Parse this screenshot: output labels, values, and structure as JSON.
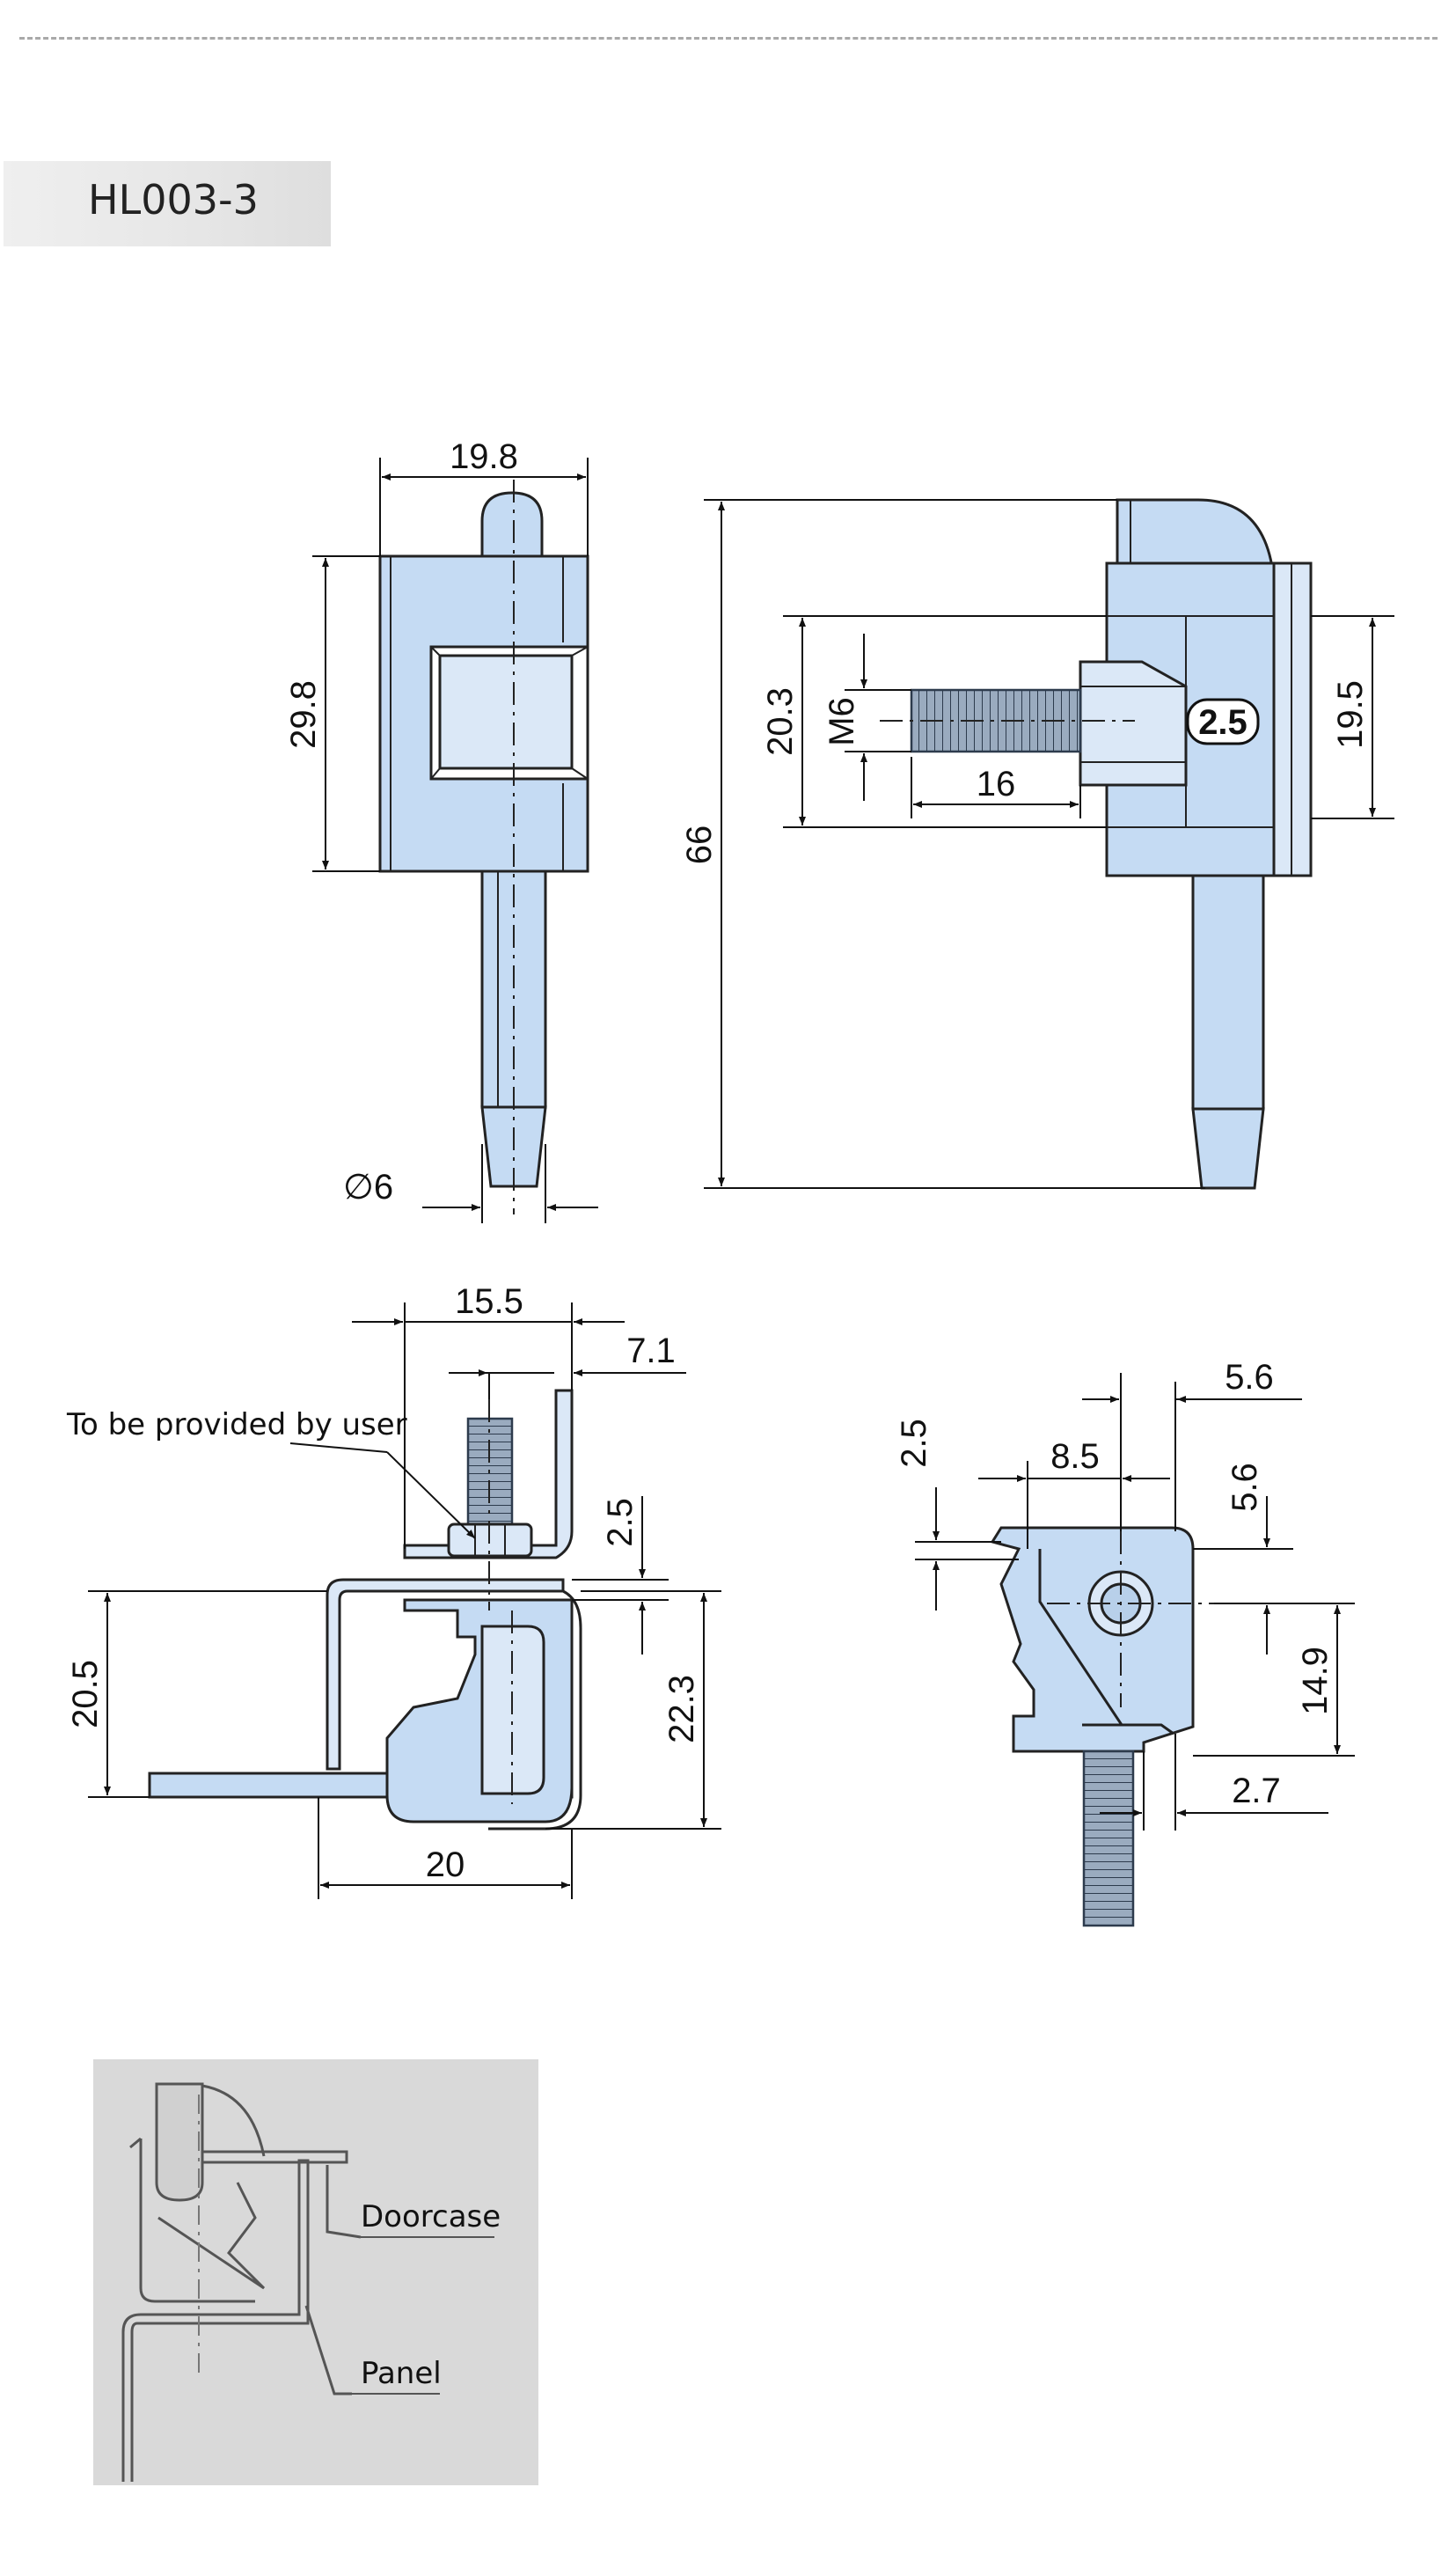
{
  "header": {
    "model": "HL003-3"
  },
  "views": {
    "front": {
      "width": "19.8",
      "height": "29.8",
      "pin_diameter": "∅6"
    },
    "side": {
      "total_height": "66",
      "thread_span": "20.3",
      "thread": "M6",
      "thread_length": "16",
      "thickness_badge": "2.5",
      "body_height": "19.5"
    },
    "install": {
      "top_width": "15.5",
      "offset": "7.1",
      "gap": "2.5",
      "left_height": "20.5",
      "right_height": "22.3",
      "bottom_width": "20",
      "note": "To be provided by user"
    },
    "bracket": {
      "w1": "5.6",
      "w2": "8.5",
      "h1": "2.5",
      "h2": "5.6",
      "h3": "14.9",
      "w3": "2.7"
    }
  },
  "legend": {
    "doorcase": "Doorcase",
    "panel": "Panel"
  }
}
